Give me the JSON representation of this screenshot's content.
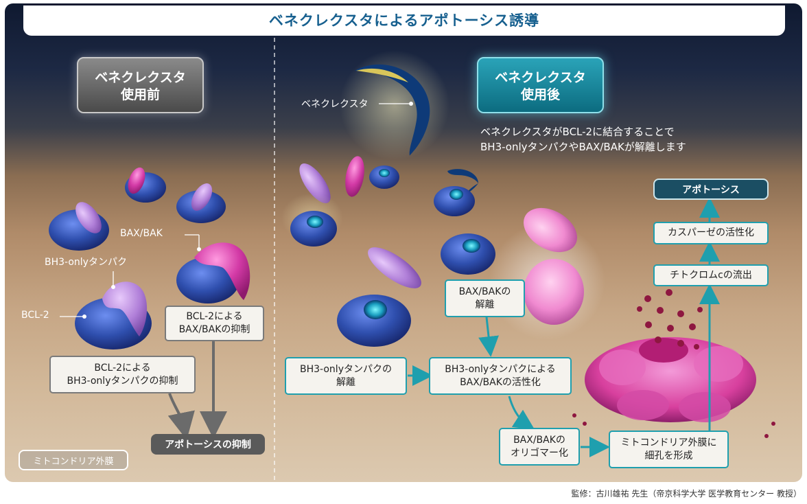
{
  "title": "ベネクレクスタによるアポトーシス誘導",
  "before_label": "ベネクレクスタ\n使用前",
  "after_label": "ベネクレクスタ\n使用後",
  "after_description": "ベネクレクスタがBCL-2に結合することで\nBH3-onlyタンパクやBAX/BAKが解離します",
  "molecule_labels": {
    "venclexta": "ベネクレクスタ",
    "bax_bak": "BAX/BAK",
    "bh3_only": "BH3-onlyタンパク",
    "bcl2": "BCL-2"
  },
  "left_flow": {
    "box1": "BCL-2による\nBAX/BAKの抑制",
    "box2": "BCL-2による\nBH3-onlyタンパクの抑制",
    "result": "アポトーシスの抑制"
  },
  "right_flow": {
    "bh3_release": "BH3-onlyタンパクの\n解離",
    "bax_release": "BAX/BAKの\n解離",
    "activation": "BH3-onlyタンパクによる\nBAX/BAKの活性化",
    "oligomer": "BAX/BAKの\nオリゴマー化",
    "pore": "ミトコンドリア外膜に\n細孔を形成",
    "cytc": "チトクロムcの流出",
    "caspase": "カスパーゼの活性化",
    "apoptosis": "アポトーシス"
  },
  "membrane_label": "ミトコンドリア外膜",
  "credit": "監修：古川雄祐 先生（帝京科学大学 医学教育センター 教授）",
  "colors": {
    "title_text": "#17608f",
    "teal_border": "#1f9fae",
    "gray_border": "#7a7a7a",
    "bcl2_blue": "#2f4fae",
    "bh3_lavender": "#b07fd8",
    "baxbak_magenta": "#d33aa6",
    "venclexta_navy": "#0e3a78"
  }
}
